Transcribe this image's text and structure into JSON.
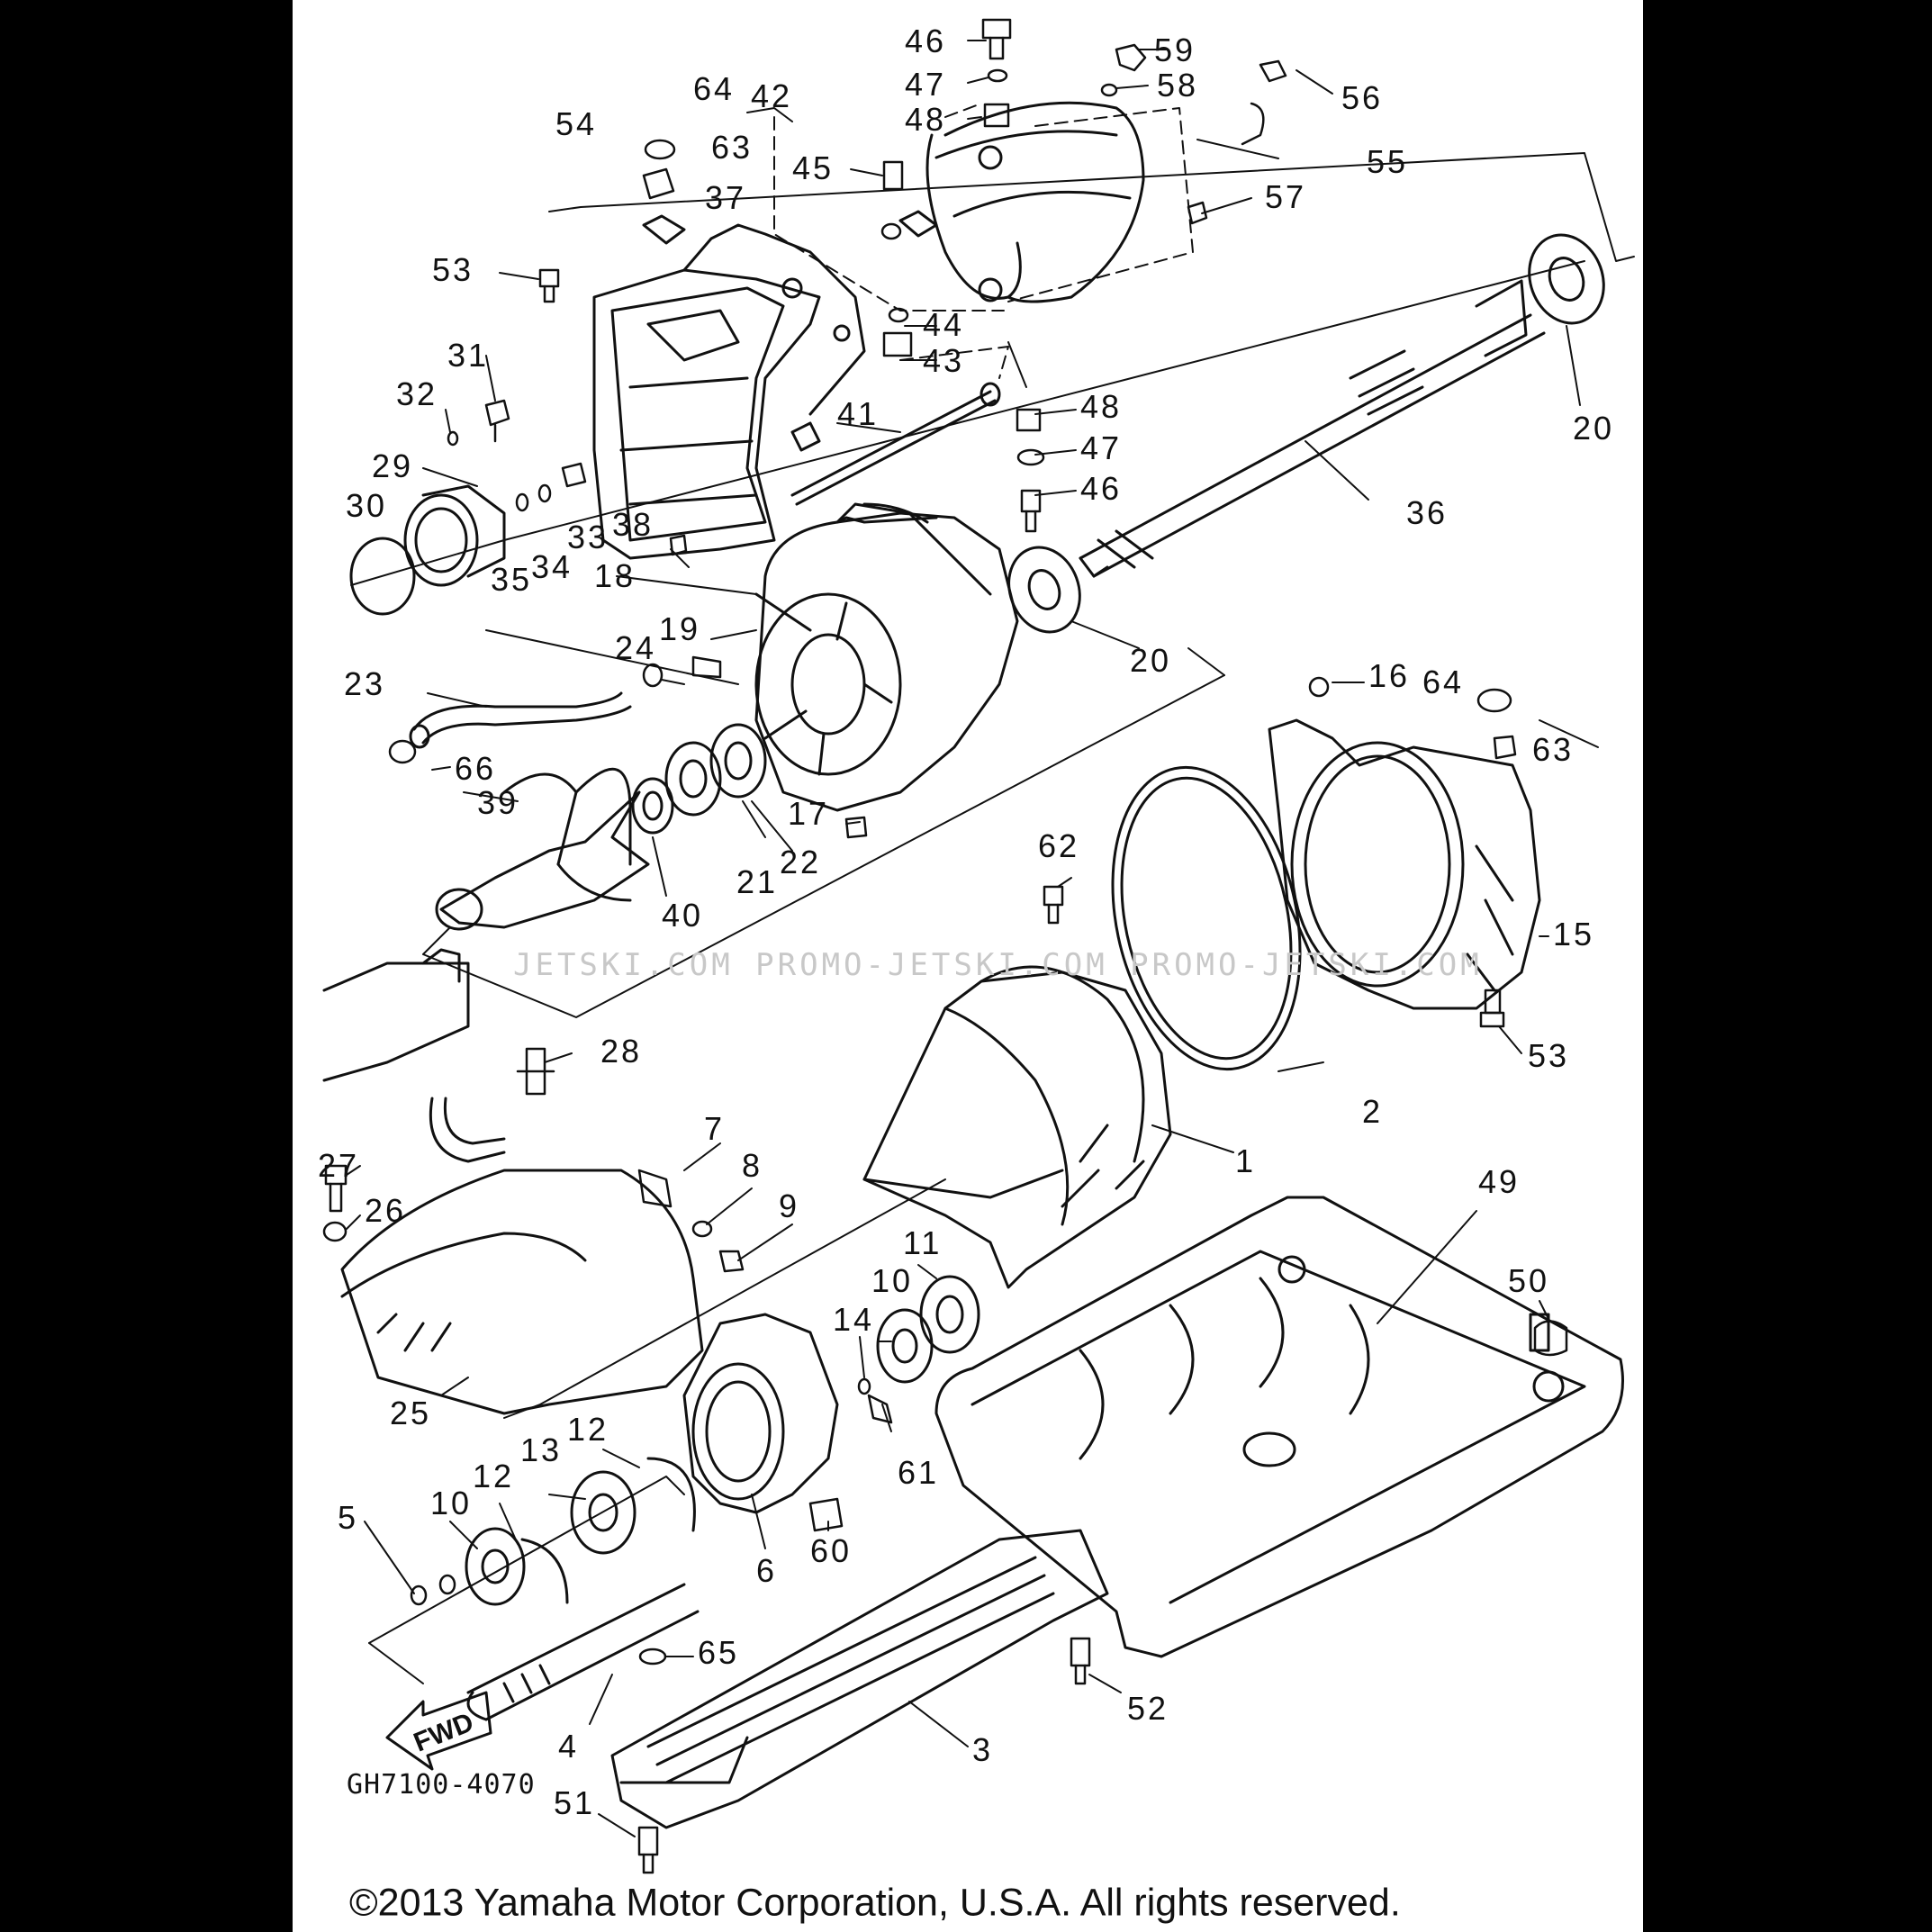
{
  "diagram": {
    "part_code": "GH7100-4070",
    "direction_label": "FWD",
    "watermark": "JETSKI.COM   PROMO-JETSKI.COM   PROMO-JETSKI.COM",
    "copyright": "©2013 Yamaha Motor Corporation, U.S.A. All rights reserved.",
    "callouts": [
      {
        "id": "c1",
        "text": "46"
      },
      {
        "id": "c2",
        "text": "59"
      },
      {
        "id": "c3",
        "text": "47"
      },
      {
        "id": "c4",
        "text": "58"
      },
      {
        "id": "c5",
        "text": "56"
      },
      {
        "id": "c6",
        "text": "64"
      },
      {
        "id": "c7",
        "text": "42"
      },
      {
        "id": "c8",
        "text": "48"
      },
      {
        "id": "c9",
        "text": "54"
      },
      {
        "id": "c10",
        "text": "63"
      },
      {
        "id": "c11",
        "text": "55"
      },
      {
        "id": "c12",
        "text": "45"
      },
      {
        "id": "c13",
        "text": "37"
      },
      {
        "id": "c14",
        "text": "57"
      },
      {
        "id": "c15",
        "text": "53"
      },
      {
        "id": "c16",
        "text": "44"
      },
      {
        "id": "c17",
        "text": "43"
      },
      {
        "id": "c18",
        "text": "20"
      },
      {
        "id": "c19",
        "text": "31"
      },
      {
        "id": "c20",
        "text": "32"
      },
      {
        "id": "c21",
        "text": "41"
      },
      {
        "id": "c22",
        "text": "48"
      },
      {
        "id": "c23",
        "text": "29"
      },
      {
        "id": "c24",
        "text": "47"
      },
      {
        "id": "c25",
        "text": "46"
      },
      {
        "id": "c26",
        "text": "36"
      },
      {
        "id": "c27",
        "text": "30"
      },
      {
        "id": "c28",
        "text": "33"
      },
      {
        "id": "c29",
        "text": "38"
      },
      {
        "id": "c30",
        "text": "35"
      },
      {
        "id": "c31",
        "text": "34"
      },
      {
        "id": "c32",
        "text": "18"
      },
      {
        "id": "c33",
        "text": "19"
      },
      {
        "id": "c34",
        "text": "20"
      },
      {
        "id": "c35",
        "text": "24"
      },
      {
        "id": "c36",
        "text": "23"
      },
      {
        "id": "c37",
        "text": "16"
      },
      {
        "id": "c38",
        "text": "64"
      },
      {
        "id": "c39",
        "text": "63"
      },
      {
        "id": "c40",
        "text": "66"
      },
      {
        "id": "c41",
        "text": "39"
      },
      {
        "id": "c42",
        "text": "17"
      },
      {
        "id": "c43",
        "text": "62"
      },
      {
        "id": "c44",
        "text": "22"
      },
      {
        "id": "c45",
        "text": "21"
      },
      {
        "id": "c46",
        "text": "40"
      },
      {
        "id": "c47",
        "text": "15"
      },
      {
        "id": "c48",
        "text": "28"
      },
      {
        "id": "c49",
        "text": "53"
      },
      {
        "id": "c50",
        "text": "7"
      },
      {
        "id": "c51",
        "text": "2"
      },
      {
        "id": "c52",
        "text": "1"
      },
      {
        "id": "c53",
        "text": "27"
      },
      {
        "id": "c54",
        "text": "8"
      },
      {
        "id": "c55",
        "text": "26"
      },
      {
        "id": "c56",
        "text": "9"
      },
      {
        "id": "c57",
        "text": "49"
      },
      {
        "id": "c58",
        "text": "11"
      },
      {
        "id": "c59",
        "text": "50"
      },
      {
        "id": "c60",
        "text": "10"
      },
      {
        "id": "c61",
        "text": "14"
      },
      {
        "id": "c62",
        "text": "25"
      },
      {
        "id": "c63",
        "text": "12"
      },
      {
        "id": "c64",
        "text": "13"
      },
      {
        "id": "c65",
        "text": "61"
      },
      {
        "id": "c66",
        "text": "12"
      },
      {
        "id": "c67",
        "text": "10"
      },
      {
        "id": "c68",
        "text": "5"
      },
      {
        "id": "c69",
        "text": "60"
      },
      {
        "id": "c70",
        "text": "6"
      },
      {
        "id": "c71",
        "text": "65"
      },
      {
        "id": "c72",
        "text": "52"
      },
      {
        "id": "c73",
        "text": "4"
      },
      {
        "id": "c74",
        "text": "3"
      },
      {
        "id": "c75",
        "text": "51"
      }
    ]
  }
}
